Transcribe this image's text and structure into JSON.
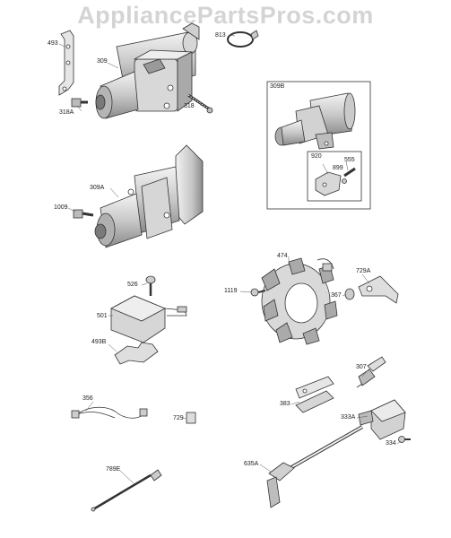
{
  "watermark": "AppliancePartsPros.com",
  "parts": {
    "p493": "493",
    "p309": "309",
    "p813": "813",
    "p318A": "318A",
    "p318": "318",
    "p309B": "309B",
    "p920": "920",
    "p555": "555",
    "p899": "899",
    "p309A": "309A",
    "p1009": "1009",
    "p474": "474",
    "p1119": "1119",
    "p729A": "729A",
    "p367": "367",
    "p526": "526",
    "p501": "501",
    "p493B": "493B",
    "p307": "307",
    "p356": "356",
    "p729": "729",
    "p383": "383",
    "p333A": "333A",
    "p334": "334",
    "p789E": "789E",
    "p635A": "635A"
  },
  "colors": {
    "line": "#333333",
    "fill_light": "#e8e8e8",
    "fill_mid": "#bdbdbd",
    "fill_dark": "#7a7a7a",
    "watermark": "#d4d4d4"
  }
}
